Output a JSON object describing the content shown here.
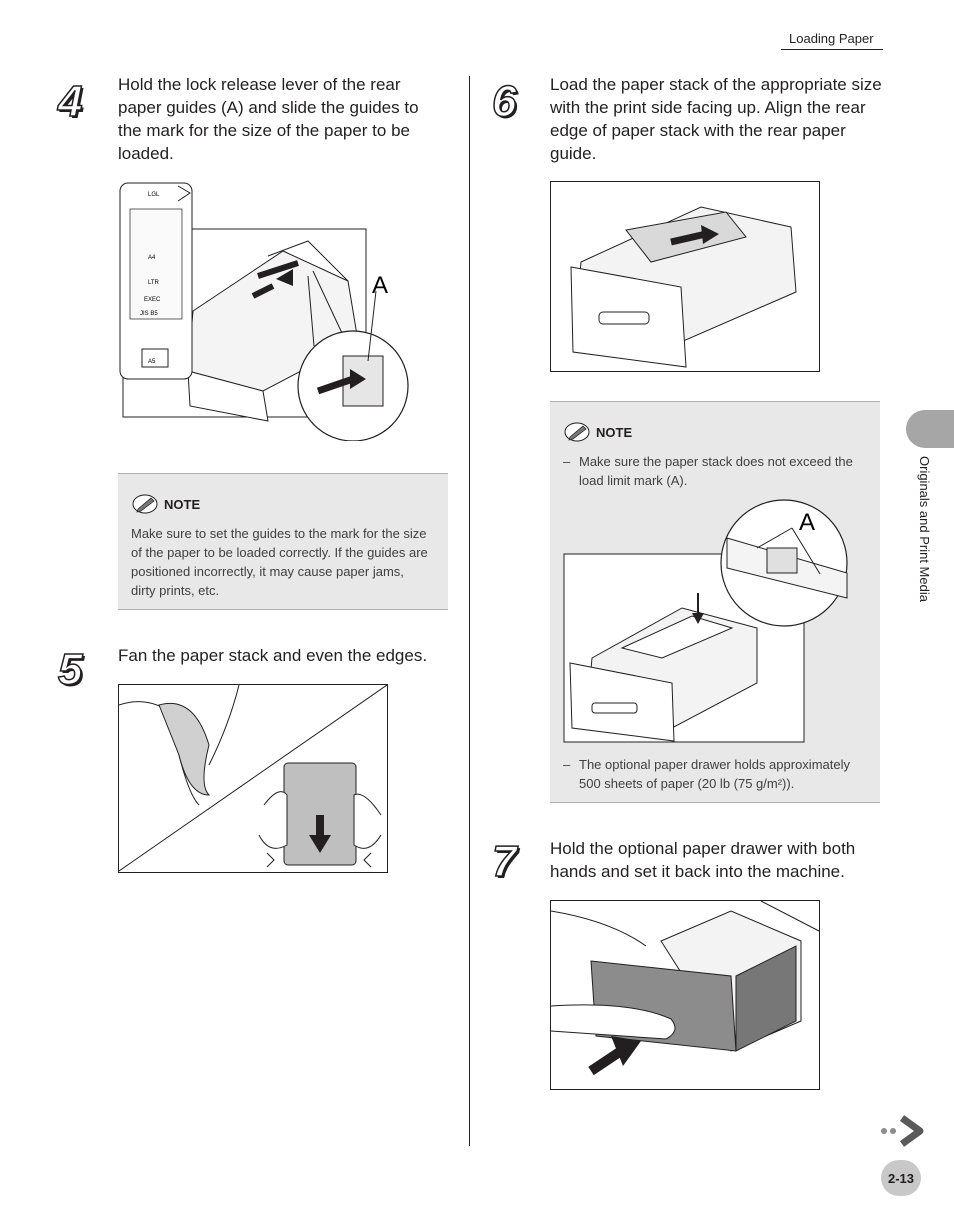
{
  "header": {
    "section_title": "Loading Paper"
  },
  "steps": {
    "s4": {
      "number": "4",
      "text": "Hold the lock release lever of the rear paper guides (A) and slide the guides to the mark for the size of the paper to be loaded."
    },
    "s5": {
      "number": "5",
      "text": "Fan the paper stack and even the edges."
    },
    "s6": {
      "number": "6",
      "text": "Load the paper stack of the appropriate size with the print side facing up. Align the rear edge of paper stack with the rear paper guide."
    },
    "s7": {
      "number": "7",
      "text": "Hold the optional paper drawer with both hands and set it back into the machine."
    }
  },
  "figures": {
    "fig4": {
      "callout": "A",
      "labels": [
        "LGL",
        "A4",
        "LTR",
        "EXEC",
        "JIS B5",
        "A5"
      ]
    },
    "fig_note": {
      "callout": "A"
    }
  },
  "notes": {
    "left": {
      "heading": "NOTE",
      "text": "Make sure to set the guides to the mark for the size of the paper to be loaded correctly. If the guides are positioned incorrectly, it may cause paper jams, dirty prints, etc."
    },
    "right": {
      "heading": "NOTE",
      "bullet1_dash": "–",
      "bullet1": "Make sure the paper stack does not exceed the load limit mark (A).",
      "bullet2_dash": "–",
      "bullet2": "The optional paper drawer holds approximately 500 sheets of paper (20 lb (75 g/m²))."
    }
  },
  "sidebar": {
    "tab_label": "Originals and Print Media"
  },
  "footer": {
    "page_number": "2-13"
  },
  "colors": {
    "tab_gray": "#a6a6a6",
    "note_gray": "#e8e8e8",
    "text": "#231f20"
  }
}
